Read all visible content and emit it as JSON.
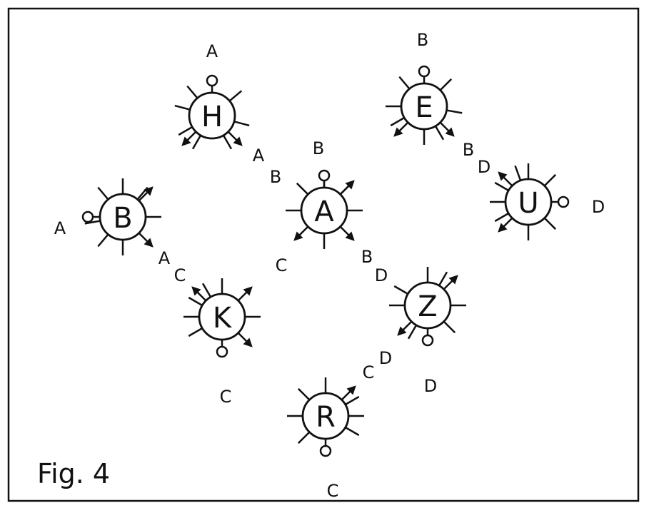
{
  "caption": "Fig. 4",
  "nodes": [
    {
      "id": "H",
      "label": "H"
    },
    {
      "id": "E",
      "label": "E"
    },
    {
      "id": "B",
      "label": "B"
    },
    {
      "id": "A",
      "label": "A"
    },
    {
      "id": "U",
      "label": "U"
    },
    {
      "id": "K",
      "label": "K"
    },
    {
      "id": "Z",
      "label": "Z"
    },
    {
      "id": "R",
      "label": "R"
    }
  ],
  "open_sites": [
    {
      "node": "H",
      "label": "A"
    },
    {
      "node": "E",
      "label": "B"
    },
    {
      "node": "A",
      "label": "B"
    },
    {
      "node": "B",
      "label": "A"
    },
    {
      "node": "U",
      "label": "D"
    },
    {
      "node": "K",
      "label": "C"
    },
    {
      "node": "Z",
      "label": "D"
    },
    {
      "node": "R",
      "label": "C"
    }
  ],
  "bond_labels": [
    {
      "bond": "H-A",
      "near": "H",
      "label": "A"
    },
    {
      "bond": "H-A",
      "near": "A",
      "label": "B"
    },
    {
      "bond": "E-U",
      "near": "E",
      "label": "B"
    },
    {
      "bond": "E-U",
      "near": "U",
      "label": "D"
    },
    {
      "bond": "B-K",
      "near": "B",
      "label": "A"
    },
    {
      "bond": "B-K",
      "near": "K",
      "label": "C"
    },
    {
      "bond": "A-Z",
      "near": "A",
      "label": "B"
    },
    {
      "bond": "A-Z",
      "near": "Z",
      "label": "D"
    },
    {
      "bond": "Z-R",
      "near": "Z",
      "label": "D"
    },
    {
      "bond": "Z-R",
      "near": "R",
      "label": "C"
    },
    {
      "bond": "A",
      "near": "A",
      "label": "C"
    }
  ]
}
